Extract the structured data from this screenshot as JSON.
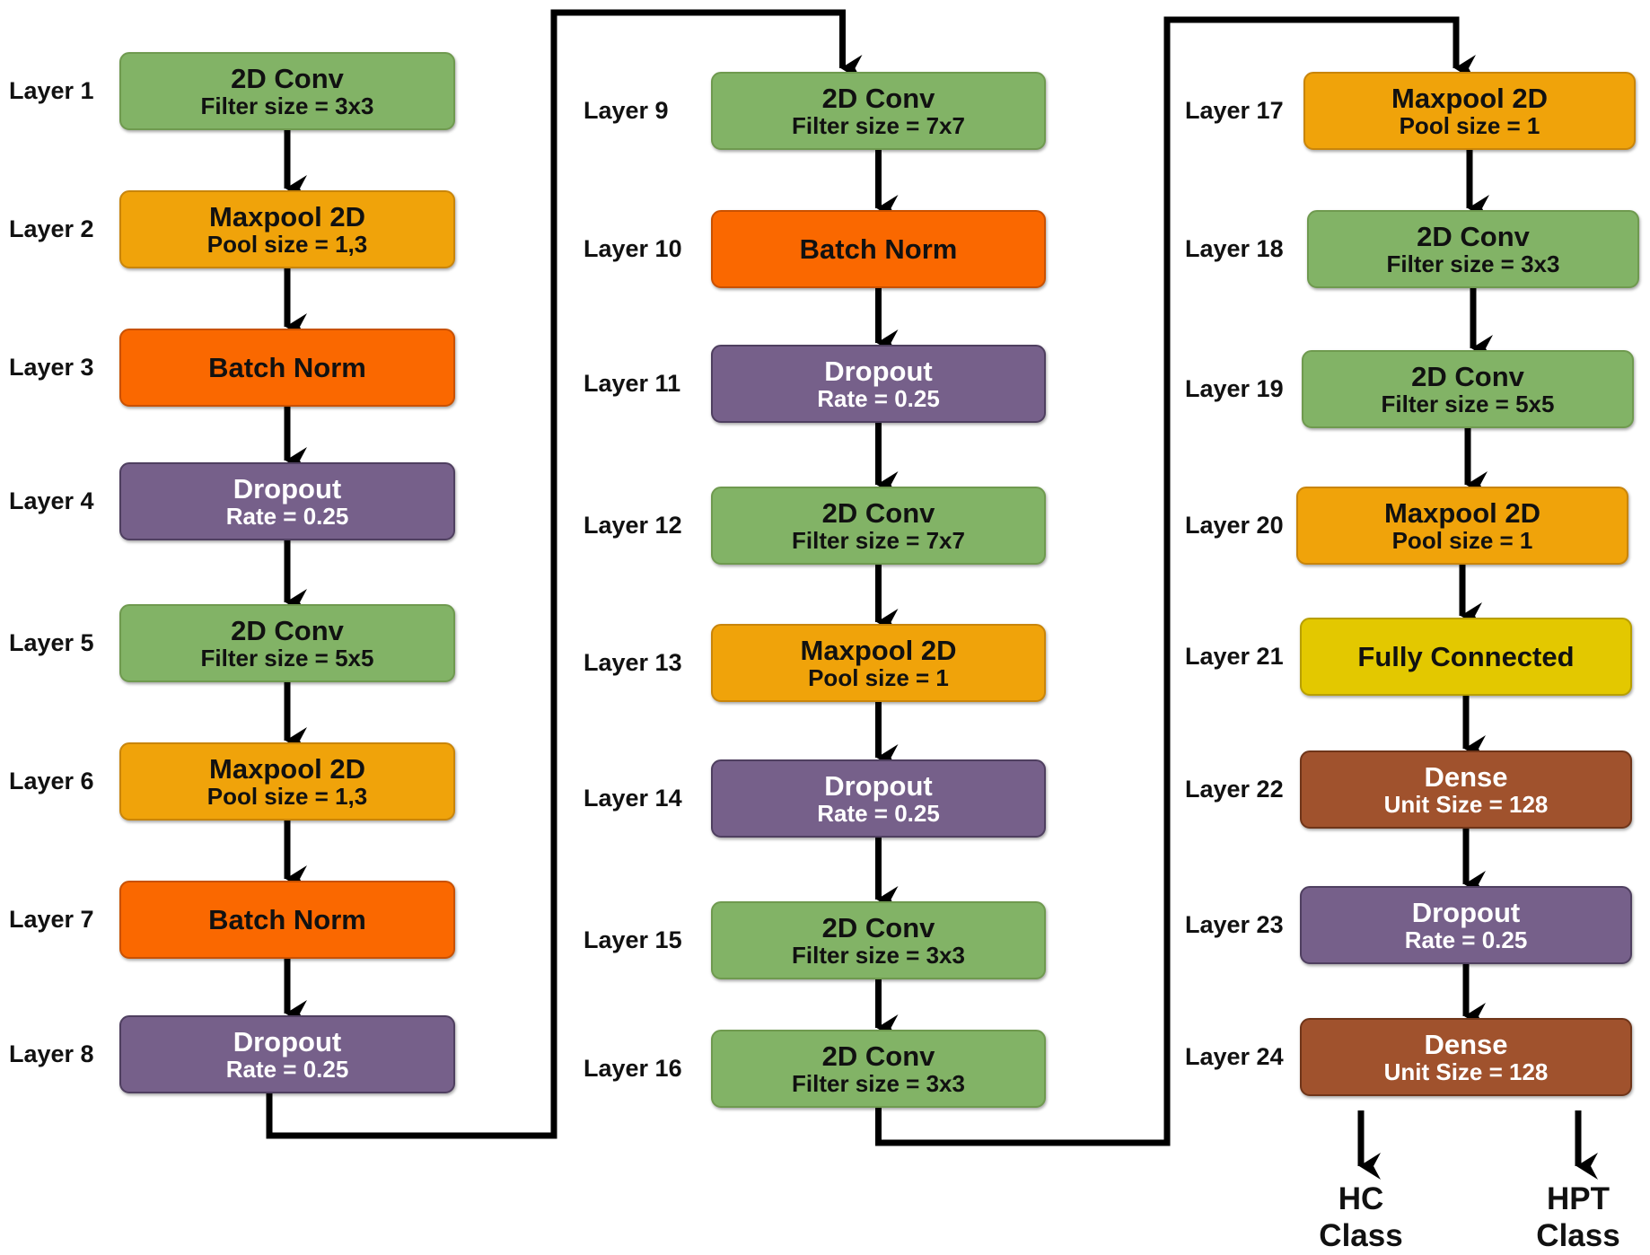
{
  "columns": [
    {
      "nodes": [
        {
          "layer": "Layer 1",
          "kind": "conv",
          "title": "2D Conv",
          "sub": "Filter size = 3x3"
        },
        {
          "layer": "Layer 2",
          "kind": "maxpool",
          "title": "Maxpool 2D",
          "sub": "Pool size = 1,3"
        },
        {
          "layer": "Layer 3",
          "kind": "bnorm",
          "title": "Batch Norm",
          "sub": ""
        },
        {
          "layer": "Layer 4",
          "kind": "dropout",
          "title": "Dropout",
          "sub": "Rate = 0.25"
        },
        {
          "layer": "Layer 5",
          "kind": "conv",
          "title": "2D Conv",
          "sub": "Filter size = 5x5"
        },
        {
          "layer": "Layer 6",
          "kind": "maxpool",
          "title": "Maxpool 2D",
          "sub": "Pool size = 1,3"
        },
        {
          "layer": "Layer 7",
          "kind": "bnorm",
          "title": "Batch Norm",
          "sub": ""
        },
        {
          "layer": "Layer 8",
          "kind": "dropout",
          "title": "Dropout",
          "sub": "Rate = 0.25"
        }
      ]
    },
    {
      "nodes": [
        {
          "layer": "Layer 9",
          "kind": "conv",
          "title": "2D Conv",
          "sub": "Filter size = 7x7"
        },
        {
          "layer": "Layer 10",
          "kind": "bnorm",
          "title": "Batch Norm",
          "sub": ""
        },
        {
          "layer": "Layer 11",
          "kind": "dropout",
          "title": "Dropout",
          "sub": "Rate = 0.25"
        },
        {
          "layer": "Layer 12",
          "kind": "conv",
          "title": "2D Conv",
          "sub": "Filter size = 7x7"
        },
        {
          "layer": "Layer 13",
          "kind": "maxpool",
          "title": "Maxpool 2D",
          "sub": "Pool size = 1"
        },
        {
          "layer": "Layer 14",
          "kind": "dropout",
          "title": "Dropout",
          "sub": "Rate = 0.25"
        },
        {
          "layer": "Layer 15",
          "kind": "conv",
          "title": "2D Conv",
          "sub": "Filter size = 3x3"
        },
        {
          "layer": "Layer 16",
          "kind": "conv",
          "title": "2D Conv",
          "sub": "Filter size = 3x3"
        }
      ]
    },
    {
      "nodes": [
        {
          "layer": "Layer 17",
          "kind": "maxpool",
          "title": "Maxpool 2D",
          "sub": "Pool size = 1"
        },
        {
          "layer": "Layer 18",
          "kind": "conv",
          "title": "2D Conv",
          "sub": "Filter size = 3x3"
        },
        {
          "layer": "Layer 19",
          "kind": "conv",
          "title": "2D Conv",
          "sub": "Filter size = 5x5"
        },
        {
          "layer": "Layer 20",
          "kind": "maxpool",
          "title": "Maxpool 2D",
          "sub": "Pool size = 1"
        },
        {
          "layer": "Layer 21",
          "kind": "fc",
          "title": "Fully Connected",
          "sub": ""
        },
        {
          "layer": "Layer 22",
          "kind": "dense",
          "title": "Dense",
          "sub": "Unit Size = 128"
        },
        {
          "layer": "Layer 23",
          "kind": "dropout",
          "title": "Dropout",
          "sub": "Rate = 0.25"
        },
        {
          "layer": "Layer 24",
          "kind": "dense",
          "title": "Dense",
          "sub": "Unit Size = 128"
        }
      ]
    }
  ],
  "outputs": [
    {
      "line1": "HC",
      "line2": "Class"
    },
    {
      "line1": "HPT",
      "line2": "Class"
    }
  ]
}
